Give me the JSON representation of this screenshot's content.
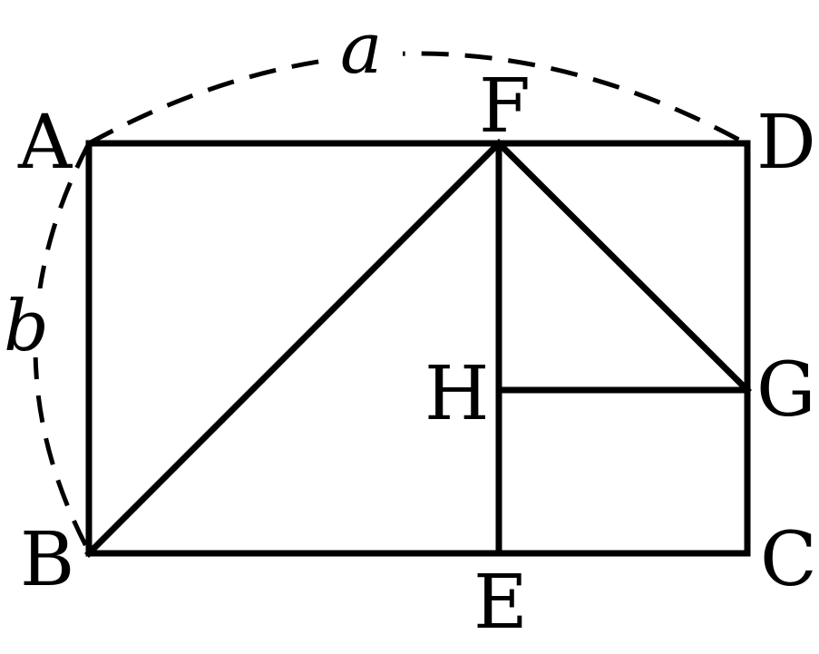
{
  "diagram": {
    "points": {
      "A": "A",
      "B": "B",
      "C": "C",
      "D": "D",
      "E": "E",
      "F": "F",
      "G": "G",
      "H": "H"
    },
    "sides": {
      "top": "a",
      "left": "b"
    },
    "colors": {
      "stroke": "#000000",
      "background": "#ffffff"
    }
  }
}
